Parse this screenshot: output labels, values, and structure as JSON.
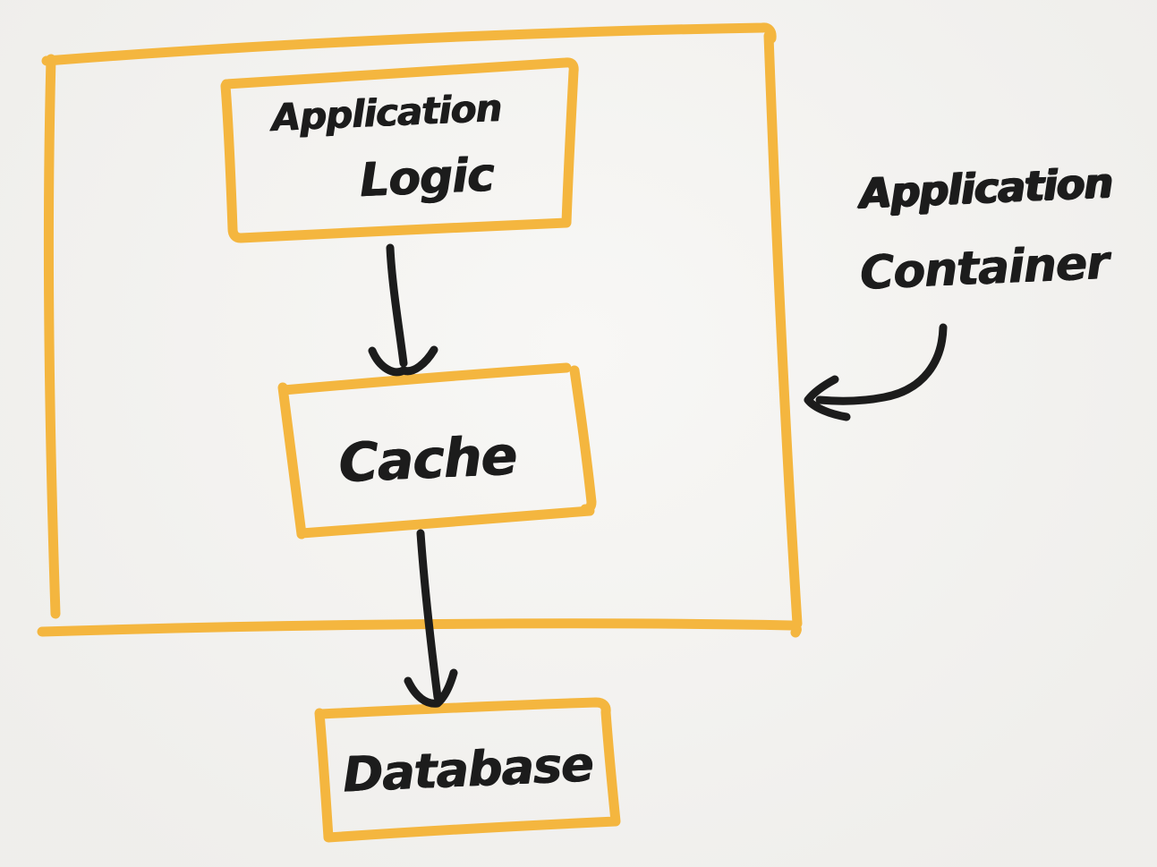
{
  "palette": {
    "paper": "#f4f3f0",
    "ink": "#1c1c1c",
    "accent": "#f4b63f"
  },
  "nodes": {
    "app_logic": {
      "line1": "Application",
      "line2": "Logic"
    },
    "cache": {
      "label": "Cache"
    },
    "database": {
      "label": "Database"
    }
  },
  "annotation": {
    "line1": "Application",
    "line2": "Container"
  },
  "edges": [
    {
      "from": "Application Logic",
      "to": "Cache",
      "style": "straight-arrow-down"
    },
    {
      "from": "Cache",
      "to": "Database",
      "style": "straight-arrow-down"
    },
    {
      "from": "Application Container label",
      "to": "Application Container box",
      "style": "curved-arrow-left"
    }
  ]
}
